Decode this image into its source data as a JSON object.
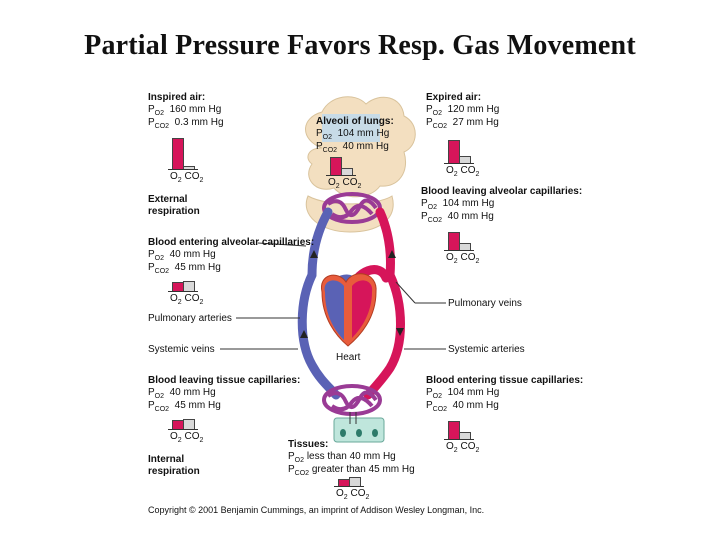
{
  "title": "Partial Pressure Favors Resp. Gas Movement",
  "bar_labels": {
    "o2": "O",
    "co2": "CO",
    "sub": "2"
  },
  "gas_symbols": {
    "p": "P",
    "o2_sub": "O",
    "co2_sub": "CO",
    "sub2": "2"
  },
  "inspired": {
    "heading": "Inspired air:",
    "po2": "160 mm Hg",
    "pco2": "0.3 mm Hg",
    "o2_level": 1.0,
    "co2_level": 0.05
  },
  "expired": {
    "heading": "Expired air:",
    "po2": "120 mm Hg",
    "pco2": "27 mm Hg",
    "o2_level": 0.75,
    "co2_level": 0.2
  },
  "alveoli": {
    "heading": "Alveoli of lungs:",
    "po2": "104 mm Hg",
    "pco2": "40 mm Hg",
    "o2_level": 0.65,
    "co2_level": 0.25
  },
  "external_respiration": {
    "line1": "External",
    "line2": "respiration"
  },
  "internal_respiration": {
    "line1": "Internal",
    "line2": "respiration"
  },
  "blood_entering_alveolar": {
    "heading": "Blood entering alveolar capillaries:",
    "po2": "40 mm Hg",
    "pco2": "45 mm Hg",
    "o2_level": 0.3,
    "co2_level": 0.35
  },
  "blood_leaving_alveolar": {
    "heading": "Blood leaving alveolar capillaries:",
    "po2": "104 mm Hg",
    "pco2": "40 mm Hg",
    "o2_level": 0.65,
    "co2_level": 0.25
  },
  "blood_leaving_tissue": {
    "heading": "Blood leaving tissue capillaries:",
    "po2": "40 mm Hg",
    "pco2": "45 mm Hg",
    "o2_level": 0.3,
    "co2_level": 0.35
  },
  "blood_entering_tissue": {
    "heading": "Blood entering tissue capillaries:",
    "po2": "104 mm Hg",
    "pco2": "40 mm Hg",
    "o2_level": 0.65,
    "co2_level": 0.25
  },
  "tissues": {
    "heading": "Tissues:",
    "po2": "less than 40 mm Hg",
    "pco2": "greater than 45 mm Hg",
    "o2_level": 0.25,
    "co2_level": 0.35
  },
  "labels": {
    "pulmonary_arteries": "Pulmonary arteries",
    "pulmonary_veins": "Pulmonary veins",
    "systemic_veins": "Systemic veins",
    "systemic_arteries": "Systemic arteries",
    "heart": "Heart"
  },
  "copyright": "Copyright © 2001 Benjamin Cummings, an imprint of Addison Wesley Longman, Inc.",
  "colors": {
    "oxygenated": "#d6155a",
    "deoxygenated": "#5a62b5",
    "capillary": "#9a3b95",
    "lung": "#f3dfc0",
    "heart": "#e85c3c",
    "tissue": "#bfe6dc"
  }
}
